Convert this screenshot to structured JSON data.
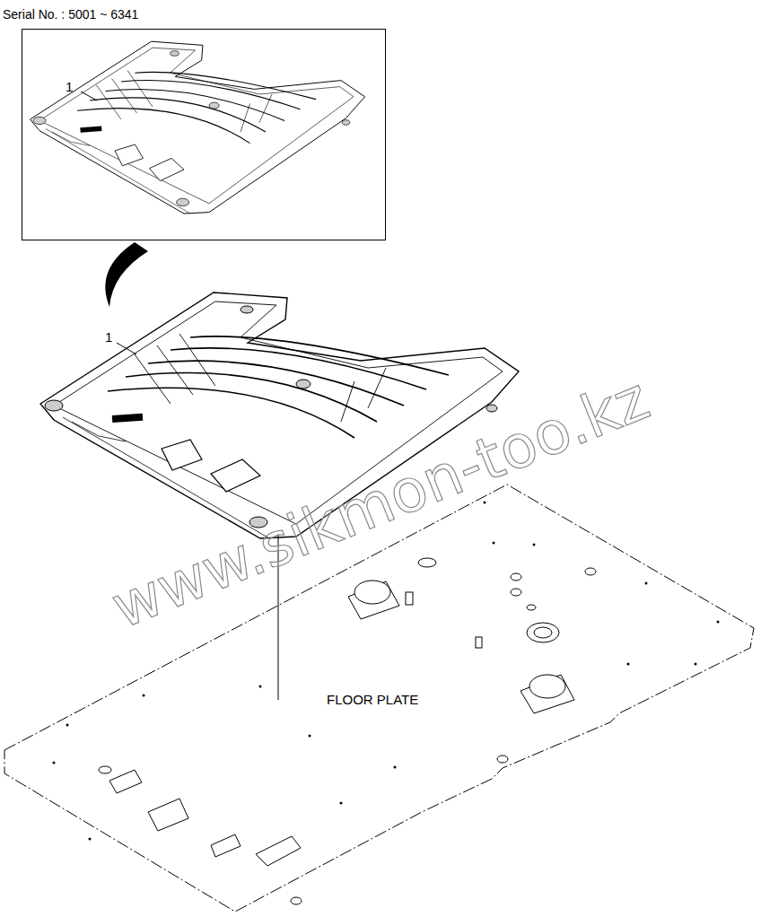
{
  "diagram": {
    "nodes": [
      {
        "text": [
          "Serial No. : 5001 ~ 6341",
          "1"
        ]
      }
    ],
    "labels": [
      "1",
      "FLOOR PLATE",
      "www.sikmon-too.kz"
    ]
  }
}
